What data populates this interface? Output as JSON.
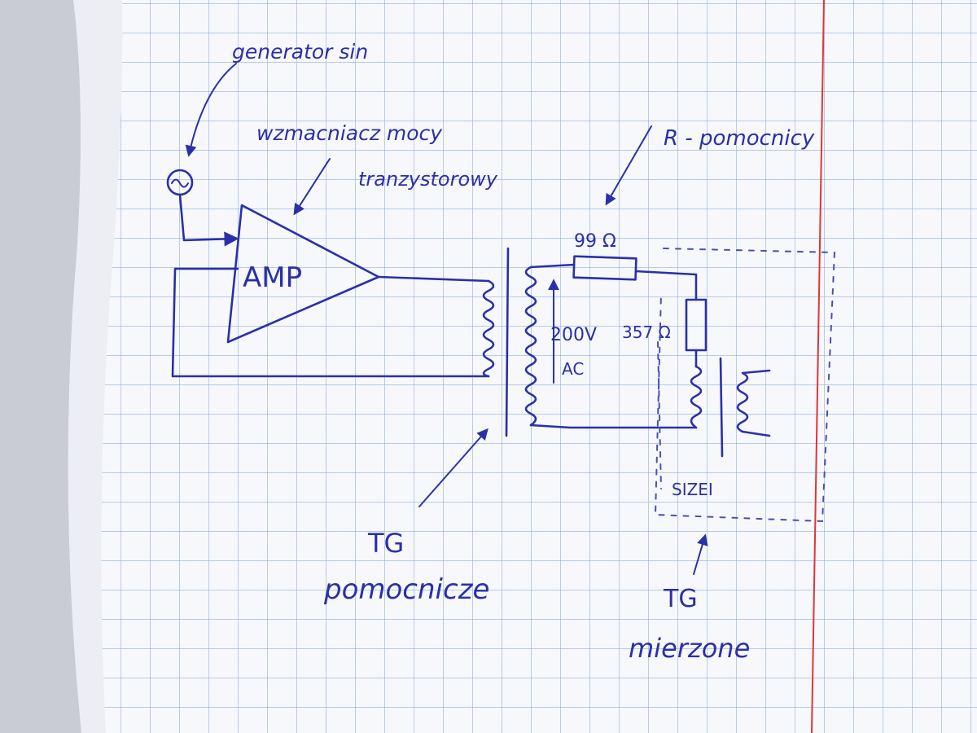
{
  "labels": {
    "generator": "generator sin",
    "amplifier_line1": "wzmacniacz mocy",
    "amplifier_line2": "tranzystorowy",
    "amp_block": "AMP",
    "resistor_note": "R - pomocnicy",
    "r1_value": "99 Ω",
    "r2_value": "357 Ω",
    "voltage": "200V",
    "voltage_type": "AC",
    "sizei": "SIZEI",
    "tg_aux_line1": "TG",
    "tg_aux_line2": "pomocnicze",
    "tg_meas_line1": "TG",
    "tg_meas_line2": "mierzone"
  },
  "colors": {
    "ink": "#2b2fa8",
    "grid": "#8fb0d6",
    "paper": "#f7f8fb",
    "margin_line": "#e0353a",
    "background": "#c9cdd3"
  }
}
